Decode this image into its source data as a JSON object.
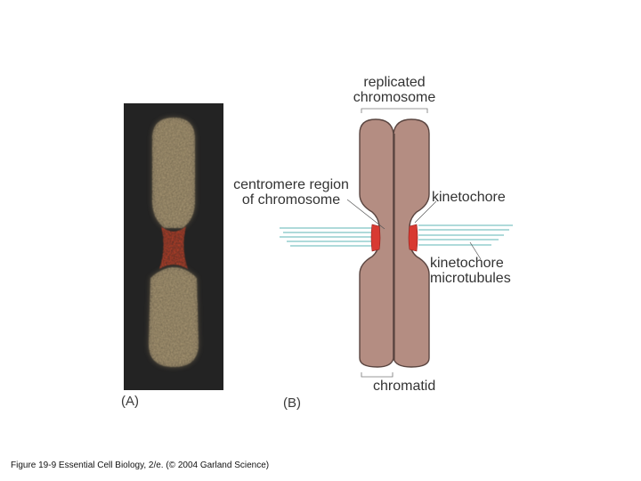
{
  "labels": {
    "replicated_chromosome_line1": "replicated",
    "replicated_chromosome_line2": "chromosome",
    "centromere_line1": "centromere region",
    "centromere_line2": "of chromosome",
    "kinetochore": "kinetochore",
    "microtubules_line1": "kinetochore",
    "microtubules_line2": "microtubules",
    "chromatid": "chromatid",
    "panel_a": "(A)",
    "panel_b": "(B)"
  },
  "caption": "Figure 19-9  Essential Cell Biology, 2/e. (© 2004 Garland Science)",
  "colors": {
    "chromatid_fill": "#b48d82",
    "chromatid_stroke": "#5a4540",
    "kinetochore": "#d83a32",
    "microtubule": "#7fc3c4",
    "micrograph_background": "#232323",
    "micrograph_chromosome": "#b9a47c",
    "micrograph_centromere": "#e64024"
  }
}
